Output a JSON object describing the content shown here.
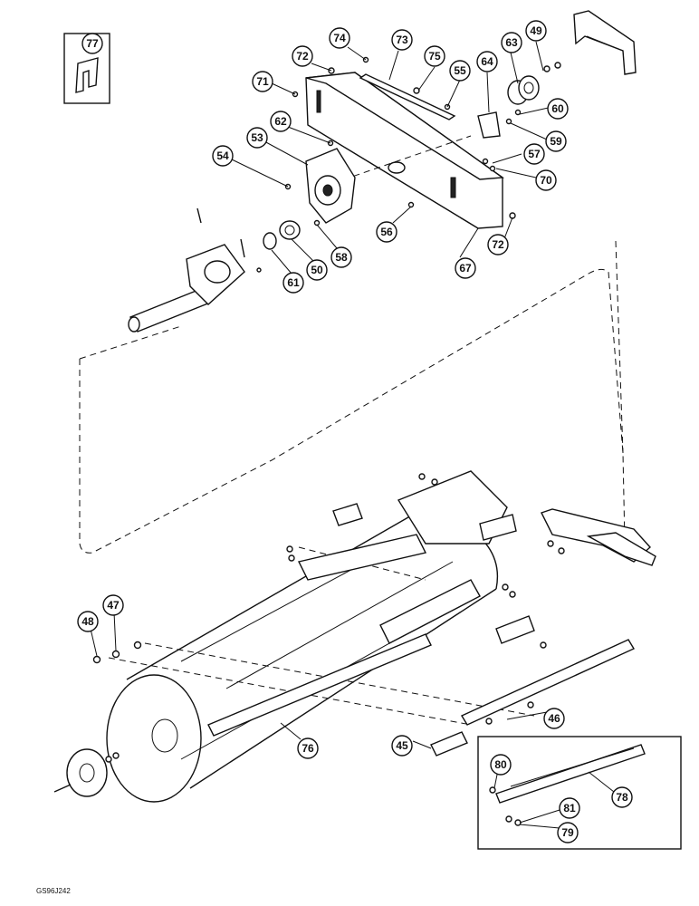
{
  "diagram": {
    "drawing_code": "GS96J242",
    "callouts": [
      "77",
      "74",
      "73",
      "72",
      "75",
      "55",
      "64",
      "63",
      "49",
      "71",
      "62",
      "53",
      "60",
      "59",
      "54",
      "57",
      "70",
      "56",
      "72",
      "58",
      "50",
      "61",
      "67",
      "48",
      "47",
      "46",
      "45",
      "76",
      "80",
      "78",
      "81",
      "79"
    ]
  }
}
